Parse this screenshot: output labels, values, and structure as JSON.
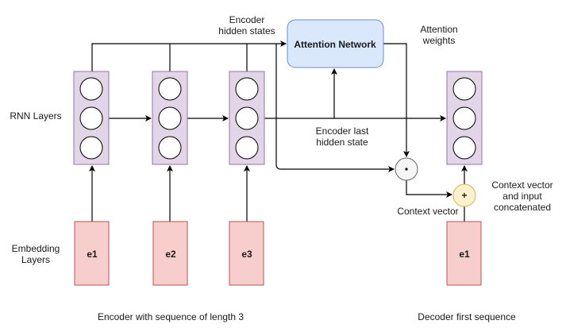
{
  "diagram": {
    "title": "Encoder-decoder with attention",
    "labels": {
      "encoder_hidden_states": [
        "Encoder",
        "hidden states"
      ],
      "attention_network": "Attention Network",
      "attention_weights": [
        "Attention",
        "weights"
      ],
      "rnn_layers": "RNN Layers",
      "encoder_last_hidden_state": [
        "Encoder last",
        "hidden state"
      ],
      "context_vector": "Context vector",
      "context_vector_concat": [
        "Context vector",
        "and input",
        "concatenated"
      ],
      "embedding_layers": [
        "Embedding",
        "Layers"
      ],
      "encoder_caption": "Encoder with sequence of length 3",
      "decoder_caption": "Decoder first sequence"
    },
    "encoder_embeddings": [
      "e1",
      "e2",
      "e3"
    ],
    "decoder_embedding": "e1",
    "operators": {
      "dot": "·",
      "plus": "+"
    },
    "colors": {
      "rnn_fill": "#e1d5e7",
      "rnn_stroke": "#9673a6",
      "embedding_fill": "#f8cecc",
      "embedding_stroke": "#b85450",
      "attention_fill": "#dae8fc",
      "attention_stroke": "#6c8ebf",
      "dot_fill": "#f5f5f5",
      "dot_stroke": "#666666",
      "plus_fill": "#fff2cc",
      "plus_stroke": "#d6b656",
      "line": "#000000"
    }
  }
}
